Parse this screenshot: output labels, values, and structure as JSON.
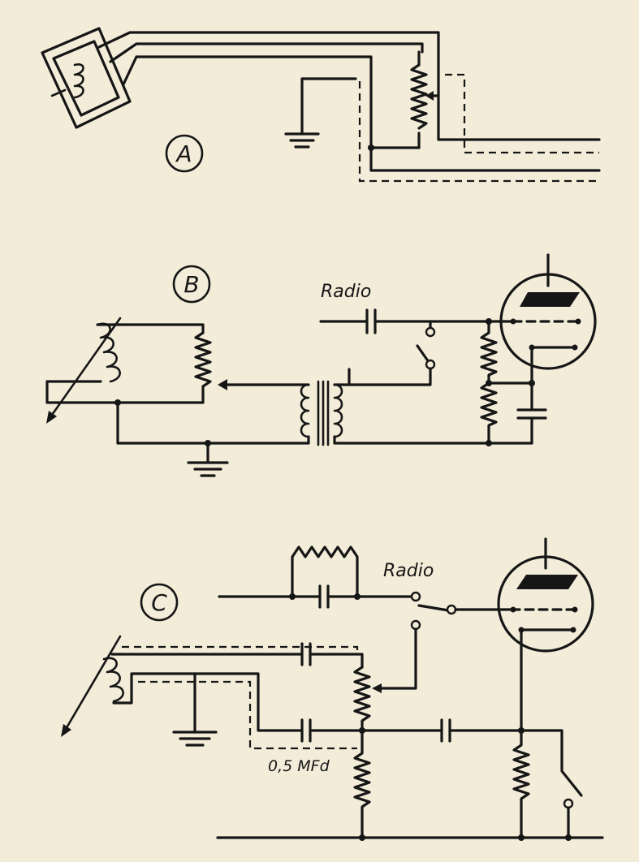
{
  "diagram": {
    "panels": [
      {
        "id": "A",
        "label": "A"
      },
      {
        "id": "B",
        "label": "B",
        "input_label": "Radio"
      },
      {
        "id": "C",
        "label": "C",
        "input_label": "Radio",
        "capacitor_label": "0,5 MFd"
      }
    ],
    "colors": {
      "ink": "#161616",
      "paper": "#f3ecd9"
    }
  }
}
